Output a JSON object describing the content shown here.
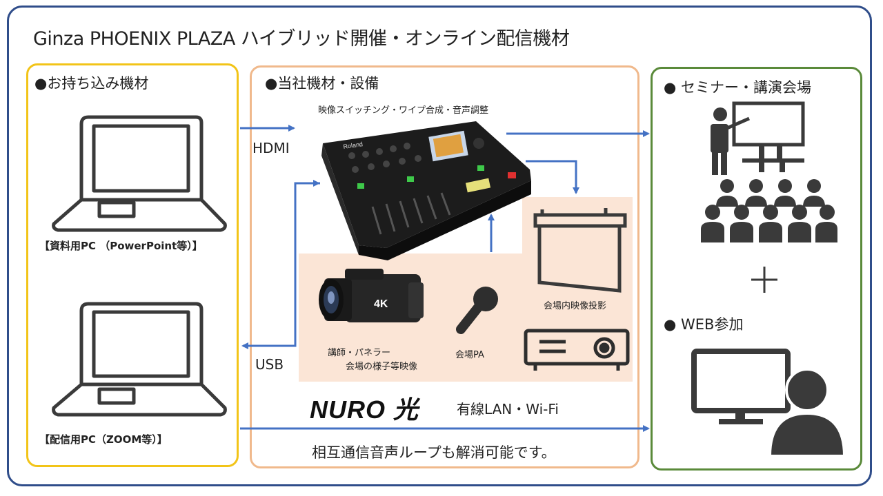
{
  "title": "Ginza PHOENIX PLAZA ハイブリッド開催・オンライン配信機材",
  "panels": {
    "left": {
      "title": "●お持ち込み機材"
    },
    "middle": {
      "title": "●当社機材・設備"
    },
    "right": {
      "title": "● セミナー・講演会場"
    }
  },
  "left": {
    "pc1_label": "【資料用PC （PowerPoint等）】",
    "pc2_label": "【配信用PC（ZOOM等）】"
  },
  "connections": {
    "hdmi": "HDMI",
    "usb": "USB"
  },
  "middle": {
    "switcher_caption": "映像スイッチング・ワイプ合成・音声調整",
    "switcher_brand": "Roland",
    "camera_caption_line1": "講師・パネラー",
    "camera_caption_line2": "会場の様子等映像",
    "camera_badge": "4K",
    "mic_caption": "会場PA",
    "projection_caption": "会場内映像投影",
    "nuro_logo": "NURO 光",
    "network_caption": "有線LAN・Wi-Fi",
    "footer_caption": "相互通信音声ループも解消可能です。"
  },
  "right": {
    "plus": "＋",
    "web_title": "● WEB参加"
  },
  "colors": {
    "frame": "#2f4d8a",
    "left_border": "#f2c418",
    "middle_border": "#f0b98c",
    "right_border": "#5a8a3a",
    "arrow": "#4472c4",
    "peach_bg": "#fbe5d6",
    "icon_dark": "#3a3a3a"
  },
  "icons": [
    "laptop-icon",
    "switcher-icon",
    "camera-icon",
    "microphone-icon",
    "projector-screen-icon",
    "projector-icon",
    "presenter-icon",
    "audience-icon",
    "web-participant-icon"
  ]
}
